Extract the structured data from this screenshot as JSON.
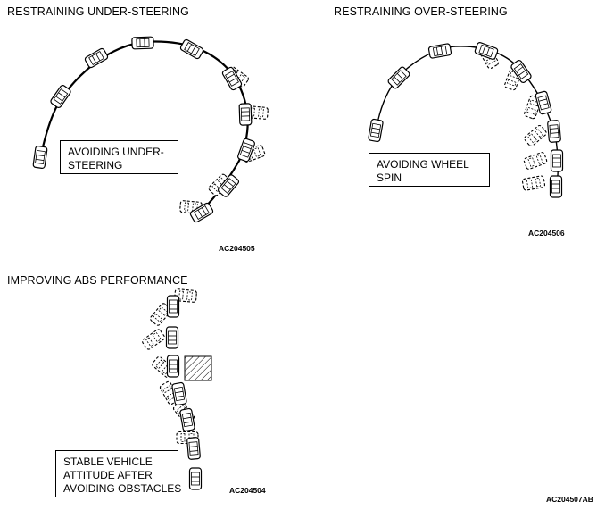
{
  "panels": {
    "understeer": {
      "title": "RESTRAINING UNDER-STEERING",
      "box_lines": [
        "AVOIDING UNDER-",
        "STEERING"
      ],
      "code": "AC204505"
    },
    "oversteer": {
      "title": "RESTRAINING OVER-STEERING",
      "box_lines": [
        "AVOIDING WHEEL",
        "SPIN"
      ],
      "code": "AC204506"
    },
    "abs": {
      "title": "IMPROVING ABS PERFORMANCE",
      "box_lines": [
        "STABLE VEHICLE",
        "ATTITUDE AFTER",
        "AVOIDING OBSTACLES"
      ],
      "code": "AC204504"
    }
  },
  "figure_code": "AC204507AB"
}
